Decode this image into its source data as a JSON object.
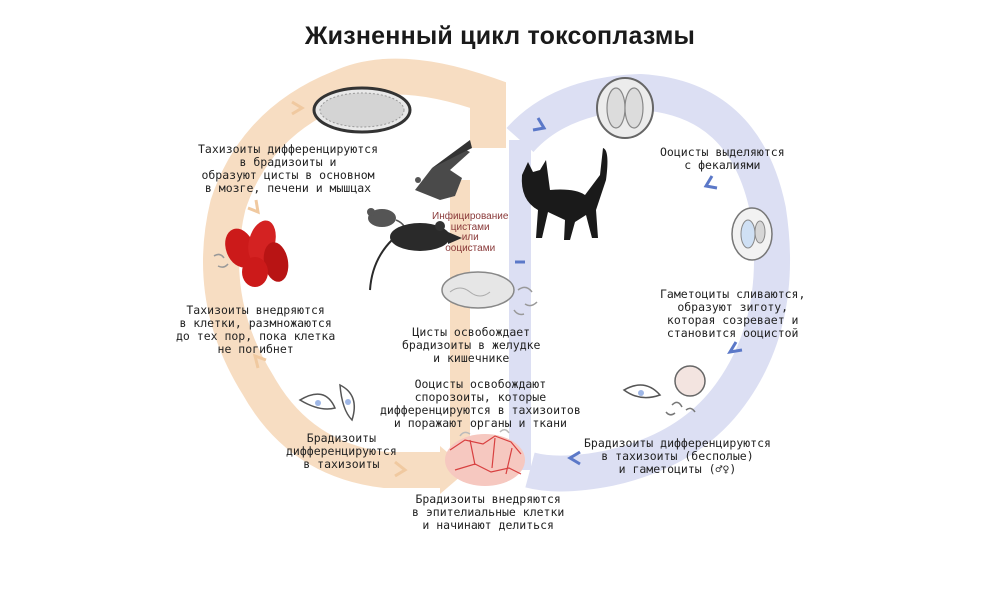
{
  "title": "Жизненный цикл токсоплазмы",
  "labels": {
    "tachy_to_brady": "Тахизоиты дифференцируются\nв брадизоиты и\nобразуют цисты в основном\nв мозге, печени и мышцах",
    "tachy_invade": "Тахизоиты внедряются\nв клетки, размножаются\nдо тех пор, пока клетка\nне погибнет",
    "brady_to_tachy": "Брадизоиты\nдифференцируются\nв тахизоиты",
    "infection": "Инфицирование\nцистами\nили\nооцистами",
    "cysts_release": "Цисты освобождает\nбрадизоиты в желудке\nи кишечнике",
    "oocysts_release": "Ооцисты освобождают\nспорозоиты, которые\nдифференцируются в тахизоитов\nи поражают органы и ткани",
    "brady_invade": "Брадизоиты внедряются\nв эпителиальные клетки\nи начинают делиться",
    "oocysts_feces": "Ооцисты выделяются\nс фекалиями",
    "gametocytes_fuse": "Гаметоциты сливаются,\nобразуют зиготу,\nкоторая созревает и\nстановится ооцистой",
    "brady_to_gameto": "Брадизоиты дифференцируются\nв тахизоиты (бесполые)\nи гаметоциты (♂♀)"
  },
  "colors": {
    "left_cycle": "#f7ddc2",
    "right_cycle": "#dcdff3",
    "left_arrowhead": "#f0c9a0",
    "right_arrowhead": "#5b78c8",
    "cell_red": "#cc1a1a",
    "text": "#222222"
  },
  "icons": [
    "tissue-cyst-icon",
    "red-blood-cells-icon",
    "tachyzoite-icon",
    "bird-icon",
    "mouse-icon",
    "rat-icon",
    "cat-icon",
    "oocyst-icon",
    "sporulated-oocyst-icon",
    "zygote-icon",
    "epithelial-cells-icon"
  ]
}
